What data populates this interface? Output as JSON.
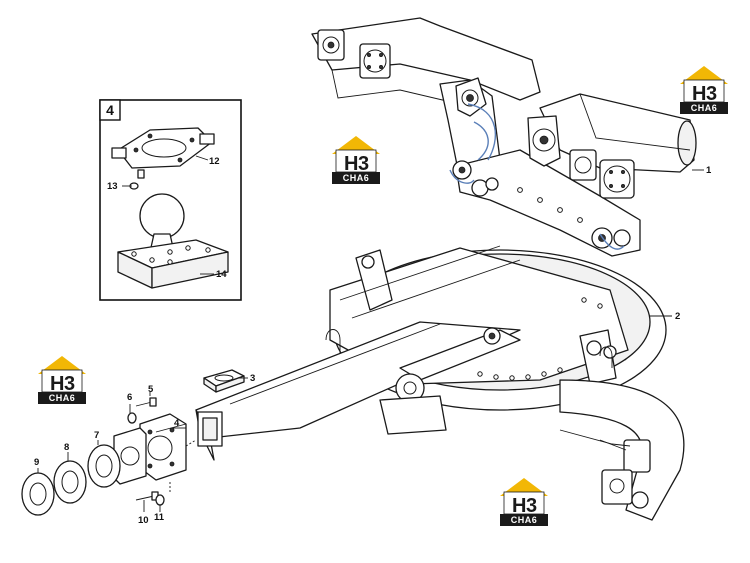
{
  "diagram": {
    "callouts": {
      "c1": "1",
      "c2": "2",
      "c3": "3",
      "c4": "4",
      "c5": "5",
      "c6": "6",
      "c7": "7",
      "c8": "8",
      "c9": "9",
      "c10": "10",
      "c11": "11",
      "c12": "12",
      "c13": "13",
      "c14": "14"
    },
    "inset_label": "4"
  },
  "watermark": {
    "letter": "H",
    "digit": "3",
    "banner": "CHA6",
    "colors": {
      "roof": "#f2b705",
      "banner": "#1a1a1a",
      "text": "#1a1a1a"
    }
  }
}
